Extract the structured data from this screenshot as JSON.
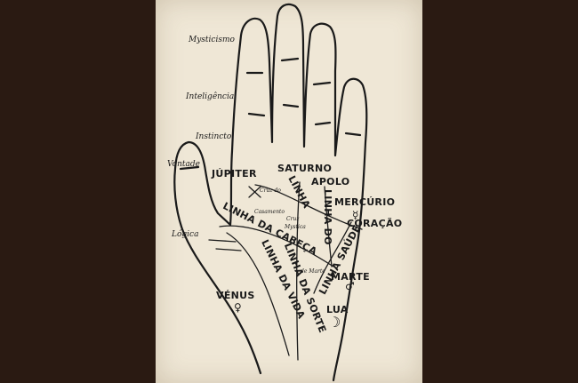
{
  "labels": {
    "mysticismo": "Mysticismo",
    "inteligencia": "Inteligência",
    "instincto": "Instincto",
    "vontade": "Vontade",
    "logica": "Lógica",
    "jupiter": "JÚPITER",
    "saturno": "SATURNO",
    "apolo": "APOLO",
    "mercurio": "MERCÚRIO",
    "coracao": "CORAÇÃO",
    "venus": "VÉNUS",
    "marte": "MARTE",
    "lua": "LUA",
    "linha_do": "LINHA DO",
    "linha": "LINHA",
    "linha_da_cabeca": "LINHA DA CABEÇA",
    "linha_da_vida": "LINHA DA VIDA",
    "linha_da_sorte": "LINHA DA SORTE",
    "linha_saude": "LINHA SAÚDE",
    "cruz_do": "Cruz do",
    "casamento": "Casamento",
    "cruz": "Cruz",
    "mystica": "Mystica",
    "de_marte": "de Marte"
  },
  "symbols": {
    "venus_symbol": "♀",
    "moon_symbol": "☽",
    "mercury_symbol": "☿",
    "mars_symbol": "♂"
  },
  "colors": {
    "background": "#2a1a12",
    "paper": "#efe7d6",
    "ink": "#1a1a1a"
  }
}
